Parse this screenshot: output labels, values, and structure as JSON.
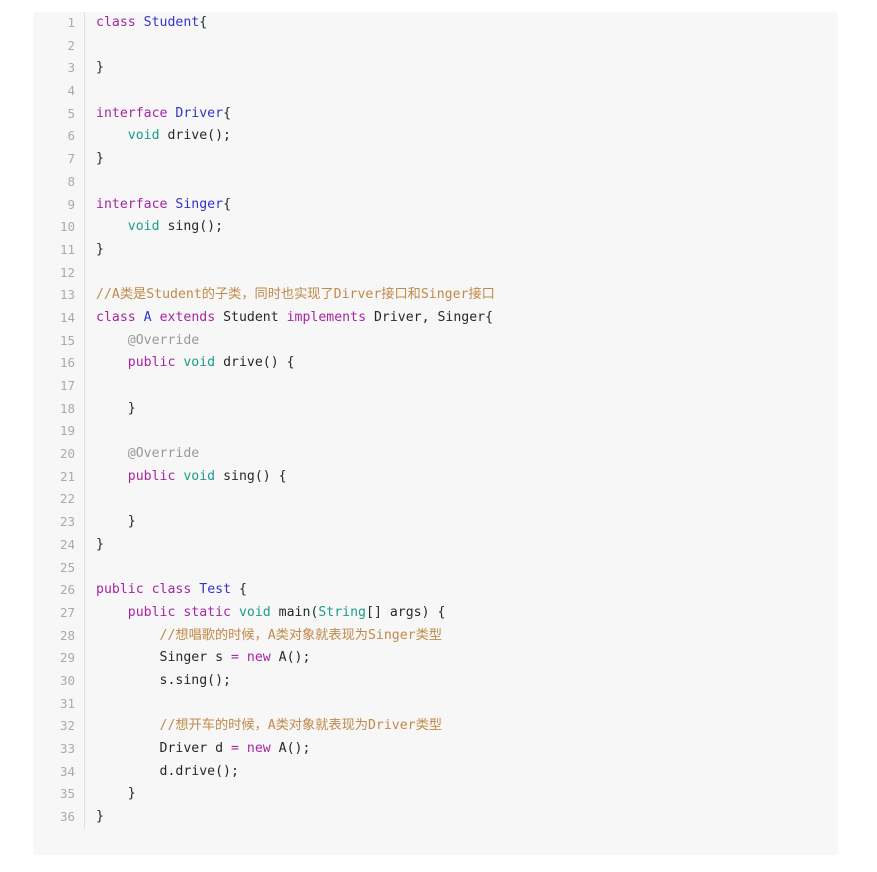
{
  "editor": {
    "language": "java",
    "background_color": "#f7f7f7",
    "gutter_color": "#aaaaaa",
    "separator_color": "#e0e0e0",
    "text_color": "#24292e",
    "first_line_number": 1,
    "last_line_number": 36,
    "total_lines": 36
  },
  "syntax_colors": {
    "keyword": "#a626a4",
    "type_declaration": "#3333cc",
    "builtin_type": "#1a9e88",
    "comment": "#c08a4a",
    "annotation": "#9a9a9a",
    "operator": "#a626a4",
    "plain": "#24292e"
  },
  "code_lines": [
    {
      "number": "1",
      "tokens": [
        {
          "t": "class",
          "c": "kw"
        },
        {
          "t": " ",
          "c": "plain"
        },
        {
          "t": "Student",
          "c": "type"
        },
        {
          "t": "{",
          "c": "plain"
        }
      ]
    },
    {
      "number": "2",
      "tokens": []
    },
    {
      "number": "3",
      "tokens": [
        {
          "t": "}",
          "c": "plain"
        }
      ]
    },
    {
      "number": "4",
      "tokens": []
    },
    {
      "number": "5",
      "tokens": [
        {
          "t": "interface",
          "c": "kw"
        },
        {
          "t": " ",
          "c": "plain"
        },
        {
          "t": "Driver",
          "c": "type"
        },
        {
          "t": "{",
          "c": "plain"
        }
      ]
    },
    {
      "number": "6",
      "tokens": [
        {
          "t": "    ",
          "c": "plain"
        },
        {
          "t": "void",
          "c": "builtin"
        },
        {
          "t": " drive();",
          "c": "plain"
        }
      ]
    },
    {
      "number": "7",
      "tokens": [
        {
          "t": "}",
          "c": "plain"
        }
      ]
    },
    {
      "number": "8",
      "tokens": []
    },
    {
      "number": "9",
      "tokens": [
        {
          "t": "interface",
          "c": "kw"
        },
        {
          "t": " ",
          "c": "plain"
        },
        {
          "t": "Singer",
          "c": "type"
        },
        {
          "t": "{",
          "c": "plain"
        }
      ]
    },
    {
      "number": "10",
      "tokens": [
        {
          "t": "    ",
          "c": "plain"
        },
        {
          "t": "void",
          "c": "builtin"
        },
        {
          "t": " sing();",
          "c": "plain"
        }
      ]
    },
    {
      "number": "11",
      "tokens": [
        {
          "t": "}",
          "c": "plain"
        }
      ]
    },
    {
      "number": "12",
      "tokens": []
    },
    {
      "number": "13",
      "tokens": [
        {
          "t": "//A类是Student的子类，同时也实现了Dirver接口和Singer接口",
          "c": "cmt"
        }
      ]
    },
    {
      "number": "14",
      "tokens": [
        {
          "t": "class",
          "c": "kw"
        },
        {
          "t": " ",
          "c": "plain"
        },
        {
          "t": "A",
          "c": "type"
        },
        {
          "t": " ",
          "c": "plain"
        },
        {
          "t": "extends",
          "c": "kw"
        },
        {
          "t": " Student ",
          "c": "plain"
        },
        {
          "t": "implements",
          "c": "kw"
        },
        {
          "t": " Driver, Singer{",
          "c": "plain"
        }
      ]
    },
    {
      "number": "15",
      "tokens": [
        {
          "t": "    ",
          "c": "plain"
        },
        {
          "t": "@Override",
          "c": "ann"
        }
      ]
    },
    {
      "number": "16",
      "tokens": [
        {
          "t": "    ",
          "c": "plain"
        },
        {
          "t": "public",
          "c": "kw"
        },
        {
          "t": " ",
          "c": "plain"
        },
        {
          "t": "void",
          "c": "builtin"
        },
        {
          "t": " drive() {",
          "c": "plain"
        }
      ]
    },
    {
      "number": "17",
      "tokens": []
    },
    {
      "number": "18",
      "tokens": [
        {
          "t": "    }",
          "c": "plain"
        }
      ]
    },
    {
      "number": "19",
      "tokens": []
    },
    {
      "number": "20",
      "tokens": [
        {
          "t": "    ",
          "c": "plain"
        },
        {
          "t": "@Override",
          "c": "ann"
        }
      ]
    },
    {
      "number": "21",
      "tokens": [
        {
          "t": "    ",
          "c": "plain"
        },
        {
          "t": "public",
          "c": "kw"
        },
        {
          "t": " ",
          "c": "plain"
        },
        {
          "t": "void",
          "c": "builtin"
        },
        {
          "t": " sing() {",
          "c": "plain"
        }
      ]
    },
    {
      "number": "22",
      "tokens": []
    },
    {
      "number": "23",
      "tokens": [
        {
          "t": "    }",
          "c": "plain"
        }
      ]
    },
    {
      "number": "24",
      "tokens": [
        {
          "t": "}",
          "c": "plain"
        }
      ]
    },
    {
      "number": "25",
      "tokens": []
    },
    {
      "number": "26",
      "tokens": [
        {
          "t": "public",
          "c": "kw"
        },
        {
          "t": " ",
          "c": "plain"
        },
        {
          "t": "class",
          "c": "kw"
        },
        {
          "t": " ",
          "c": "plain"
        },
        {
          "t": "Test",
          "c": "type"
        },
        {
          "t": " {",
          "c": "plain"
        }
      ]
    },
    {
      "number": "27",
      "tokens": [
        {
          "t": "    ",
          "c": "plain"
        },
        {
          "t": "public",
          "c": "kw"
        },
        {
          "t": " ",
          "c": "plain"
        },
        {
          "t": "static",
          "c": "kw"
        },
        {
          "t": " ",
          "c": "plain"
        },
        {
          "t": "void",
          "c": "builtin"
        },
        {
          "t": " main(",
          "c": "plain"
        },
        {
          "t": "String",
          "c": "builtin"
        },
        {
          "t": "[] args) {",
          "c": "plain"
        }
      ]
    },
    {
      "number": "28",
      "tokens": [
        {
          "t": "        ",
          "c": "plain"
        },
        {
          "t": "//想唱歌的时候，A类对象就表现为Singer类型",
          "c": "cmt"
        }
      ]
    },
    {
      "number": "29",
      "tokens": [
        {
          "t": "        Singer s ",
          "c": "plain"
        },
        {
          "t": "=",
          "c": "op"
        },
        {
          "t": " ",
          "c": "plain"
        },
        {
          "t": "new",
          "c": "kw"
        },
        {
          "t": " A();",
          "c": "plain"
        }
      ]
    },
    {
      "number": "30",
      "tokens": [
        {
          "t": "        s.sing();",
          "c": "plain"
        }
      ]
    },
    {
      "number": "31",
      "tokens": []
    },
    {
      "number": "32",
      "tokens": [
        {
          "t": "        ",
          "c": "plain"
        },
        {
          "t": "//想开车的时候，A类对象就表现为Driver类型",
          "c": "cmt"
        }
      ]
    },
    {
      "number": "33",
      "tokens": [
        {
          "t": "        Driver d ",
          "c": "plain"
        },
        {
          "t": "=",
          "c": "op"
        },
        {
          "t": " ",
          "c": "plain"
        },
        {
          "t": "new",
          "c": "kw"
        },
        {
          "t": " A();",
          "c": "plain"
        }
      ]
    },
    {
      "number": "34",
      "tokens": [
        {
          "t": "        d.drive();",
          "c": "plain"
        }
      ]
    },
    {
      "number": "35",
      "tokens": [
        {
          "t": "    }",
          "c": "plain"
        }
      ]
    },
    {
      "number": "36",
      "tokens": [
        {
          "t": "}",
          "c": "plain"
        }
      ]
    }
  ]
}
